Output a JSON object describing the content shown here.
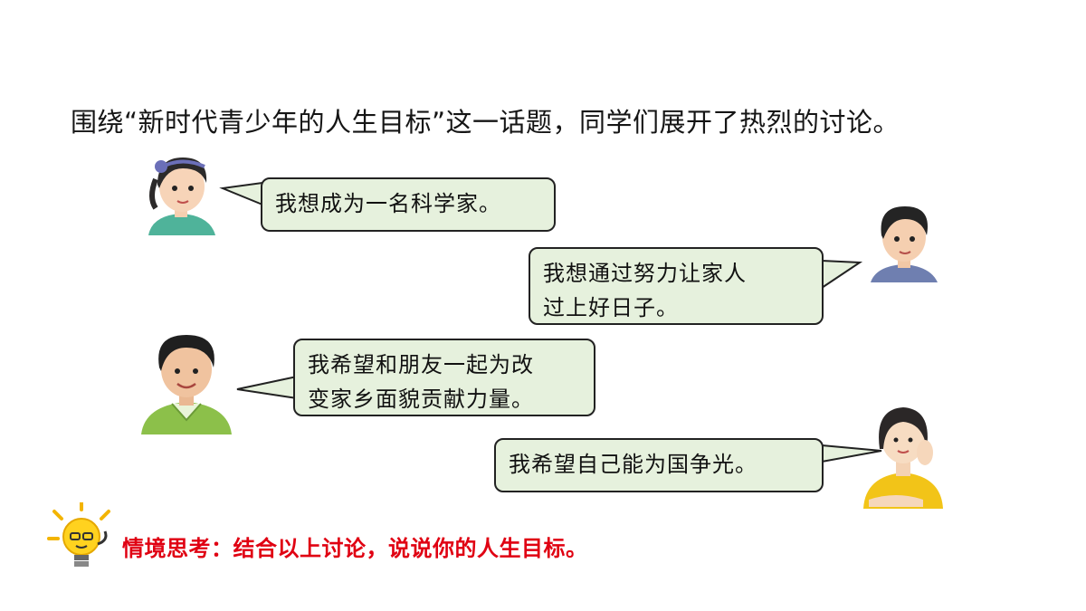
{
  "intro": "围绕“新时代青少年的人生目标”这一话题，同学们展开了热烈的讨论。",
  "dialogues": [
    {
      "speaker": "girl-with-headband",
      "text": "我想成为一名科学家。"
    },
    {
      "speaker": "boy-short-hair",
      "line1": "我想通过努力让家人",
      "line2": "过上好日子。"
    },
    {
      "speaker": "boy-green-jacket",
      "line1": "我希望和朋友一起为改",
      "line2": "变家乡面貌贡献力量。"
    },
    {
      "speaker": "girl-yellow-shirt",
      "text": "我希望自己能为国争光。"
    }
  ],
  "thinking": {
    "icon": "lightbulb-icon",
    "text": "情境思考：结合以上讨论，说说你的人生目标。",
    "color": "#e00012"
  },
  "colors": {
    "bubble_fill": "#e6f1dd",
    "bubble_border": "#222222"
  }
}
